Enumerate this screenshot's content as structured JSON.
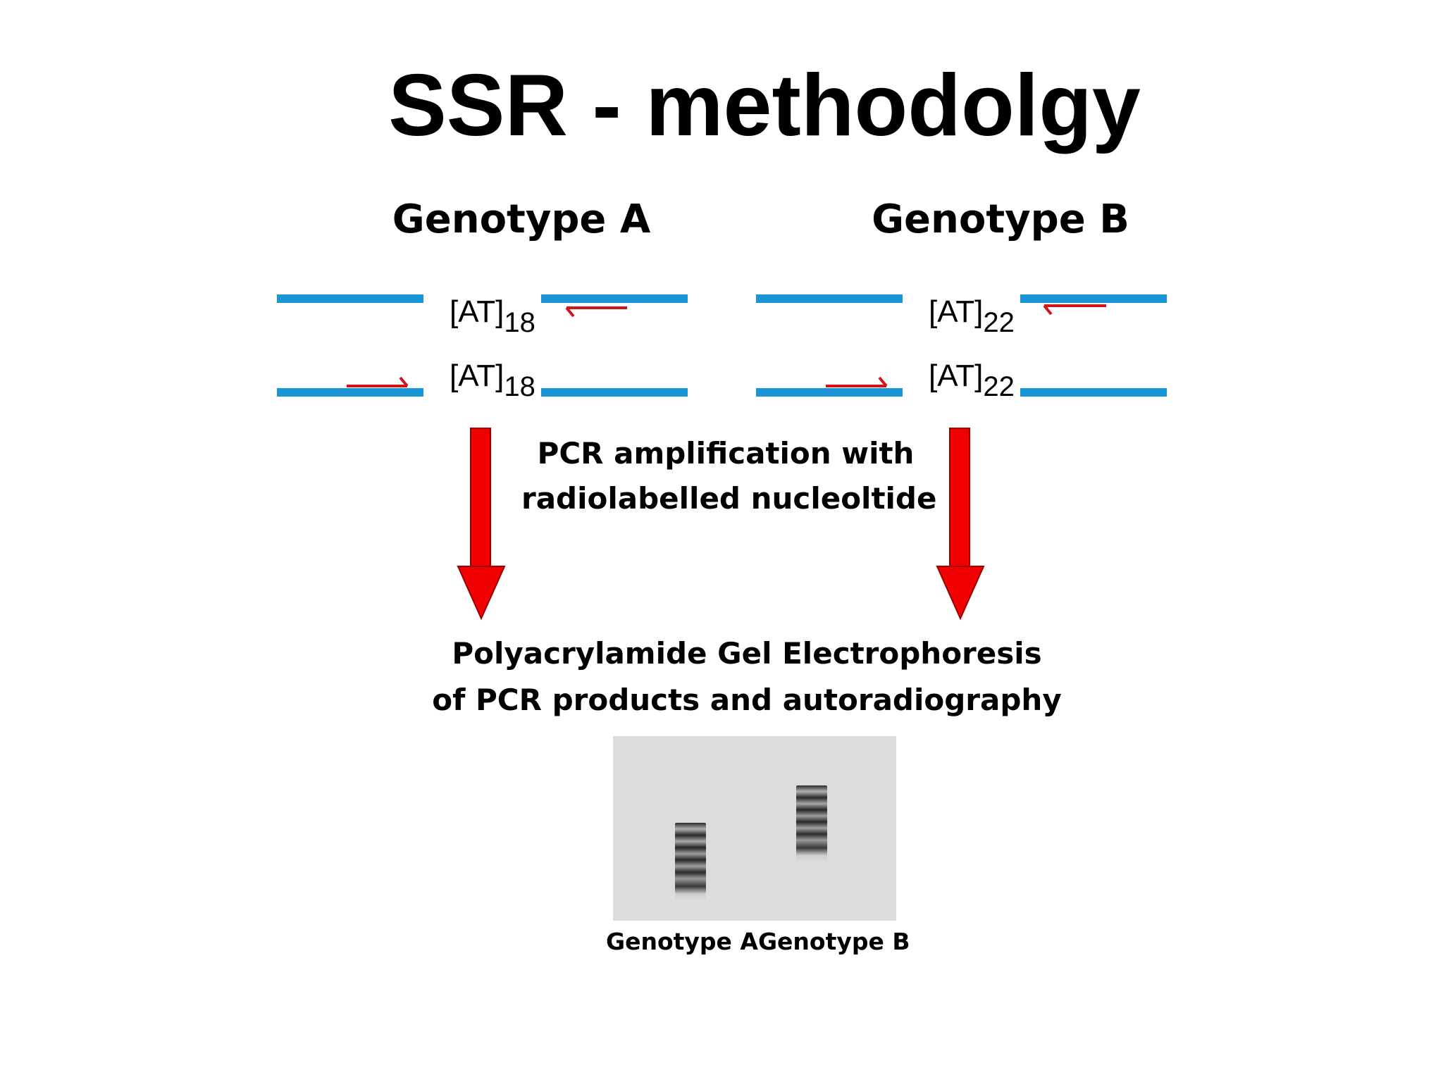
{
  "title": "SSR - methodolgy",
  "genotypes": [
    {
      "label": "Genotype A",
      "repeat_base": "[AT]",
      "repeat_count": "18"
    },
    {
      "label": "Genotype B",
      "repeat_base": "[AT]",
      "repeat_count": "22"
    }
  ],
  "pcr_step": {
    "line1": "PCR amplification with",
    "line2": "radiolabelled nucleoltide"
  },
  "gel_step": {
    "line1": "Polyacrylamide Gel Electrophoresis",
    "line2": "of PCR products and autoradiography"
  },
  "gel_labels": [
    "Genotype A",
    "Genotype B"
  ],
  "colors": {
    "dna_strand": "#1a95d8",
    "primer_arrow": "#d0141a",
    "process_arrow": "#f00000",
    "gel_background": "#dcdcde"
  }
}
